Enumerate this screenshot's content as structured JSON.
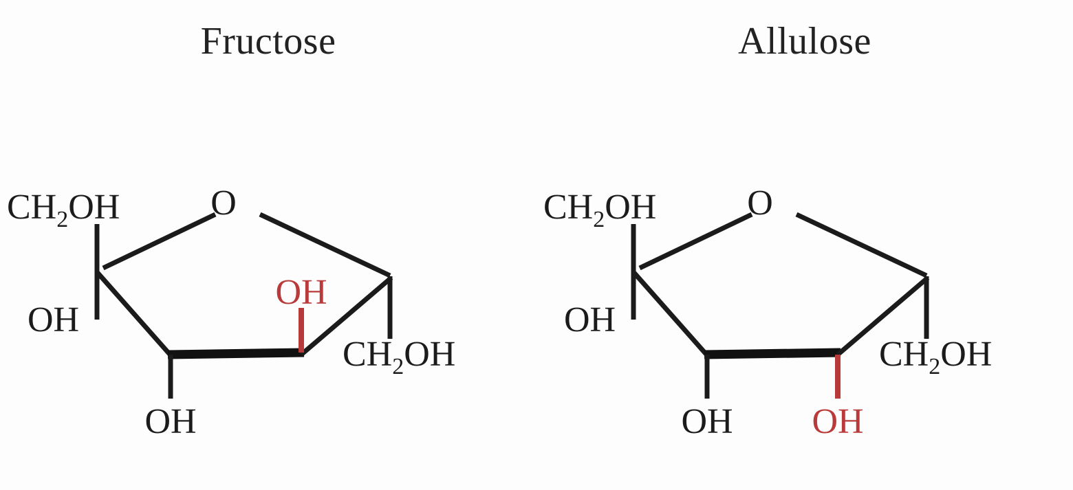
{
  "page": {
    "background_color": "#fdfdfd",
    "bond_color": "#1b1b1b",
    "highlight_color": "#b93a3a",
    "label_color": "#1b1b1b"
  },
  "molecules": [
    {
      "id": "fructose",
      "title": "Fructose",
      "ring_oxygen": "O",
      "labels": {
        "c6_hydroxymethyl": "CH",
        "c6_hydroxymethyl_sub": "2",
        "c6_hydroxymethyl_tail": "OH",
        "c2_hydroxyl": "OH",
        "c4_hydroxyl": "OH",
        "c3_hydroxyl": "OH",
        "c1_hydroxymethyl": "CH",
        "c1_hydroxymethyl_sub": "2",
        "c1_hydroxymethyl_tail": "OH"
      },
      "highlighted_group": "OH",
      "highlight_orientation": "up"
    },
    {
      "id": "allulose",
      "title": "Allulose",
      "ring_oxygen": "O",
      "labels": {
        "c6_hydroxymethyl": "CH",
        "c6_hydroxymethyl_sub": "2",
        "c6_hydroxymethyl_tail": "OH",
        "c2_hydroxyl": "OH",
        "c4_hydroxyl": "OH",
        "c3_hydroxyl": "OH",
        "c1_hydroxymethyl": "CH",
        "c1_hydroxymethyl_sub": "2",
        "c1_hydroxymethyl_tail": "OH"
      },
      "highlighted_group": "OH",
      "highlight_orientation": "down"
    }
  ]
}
